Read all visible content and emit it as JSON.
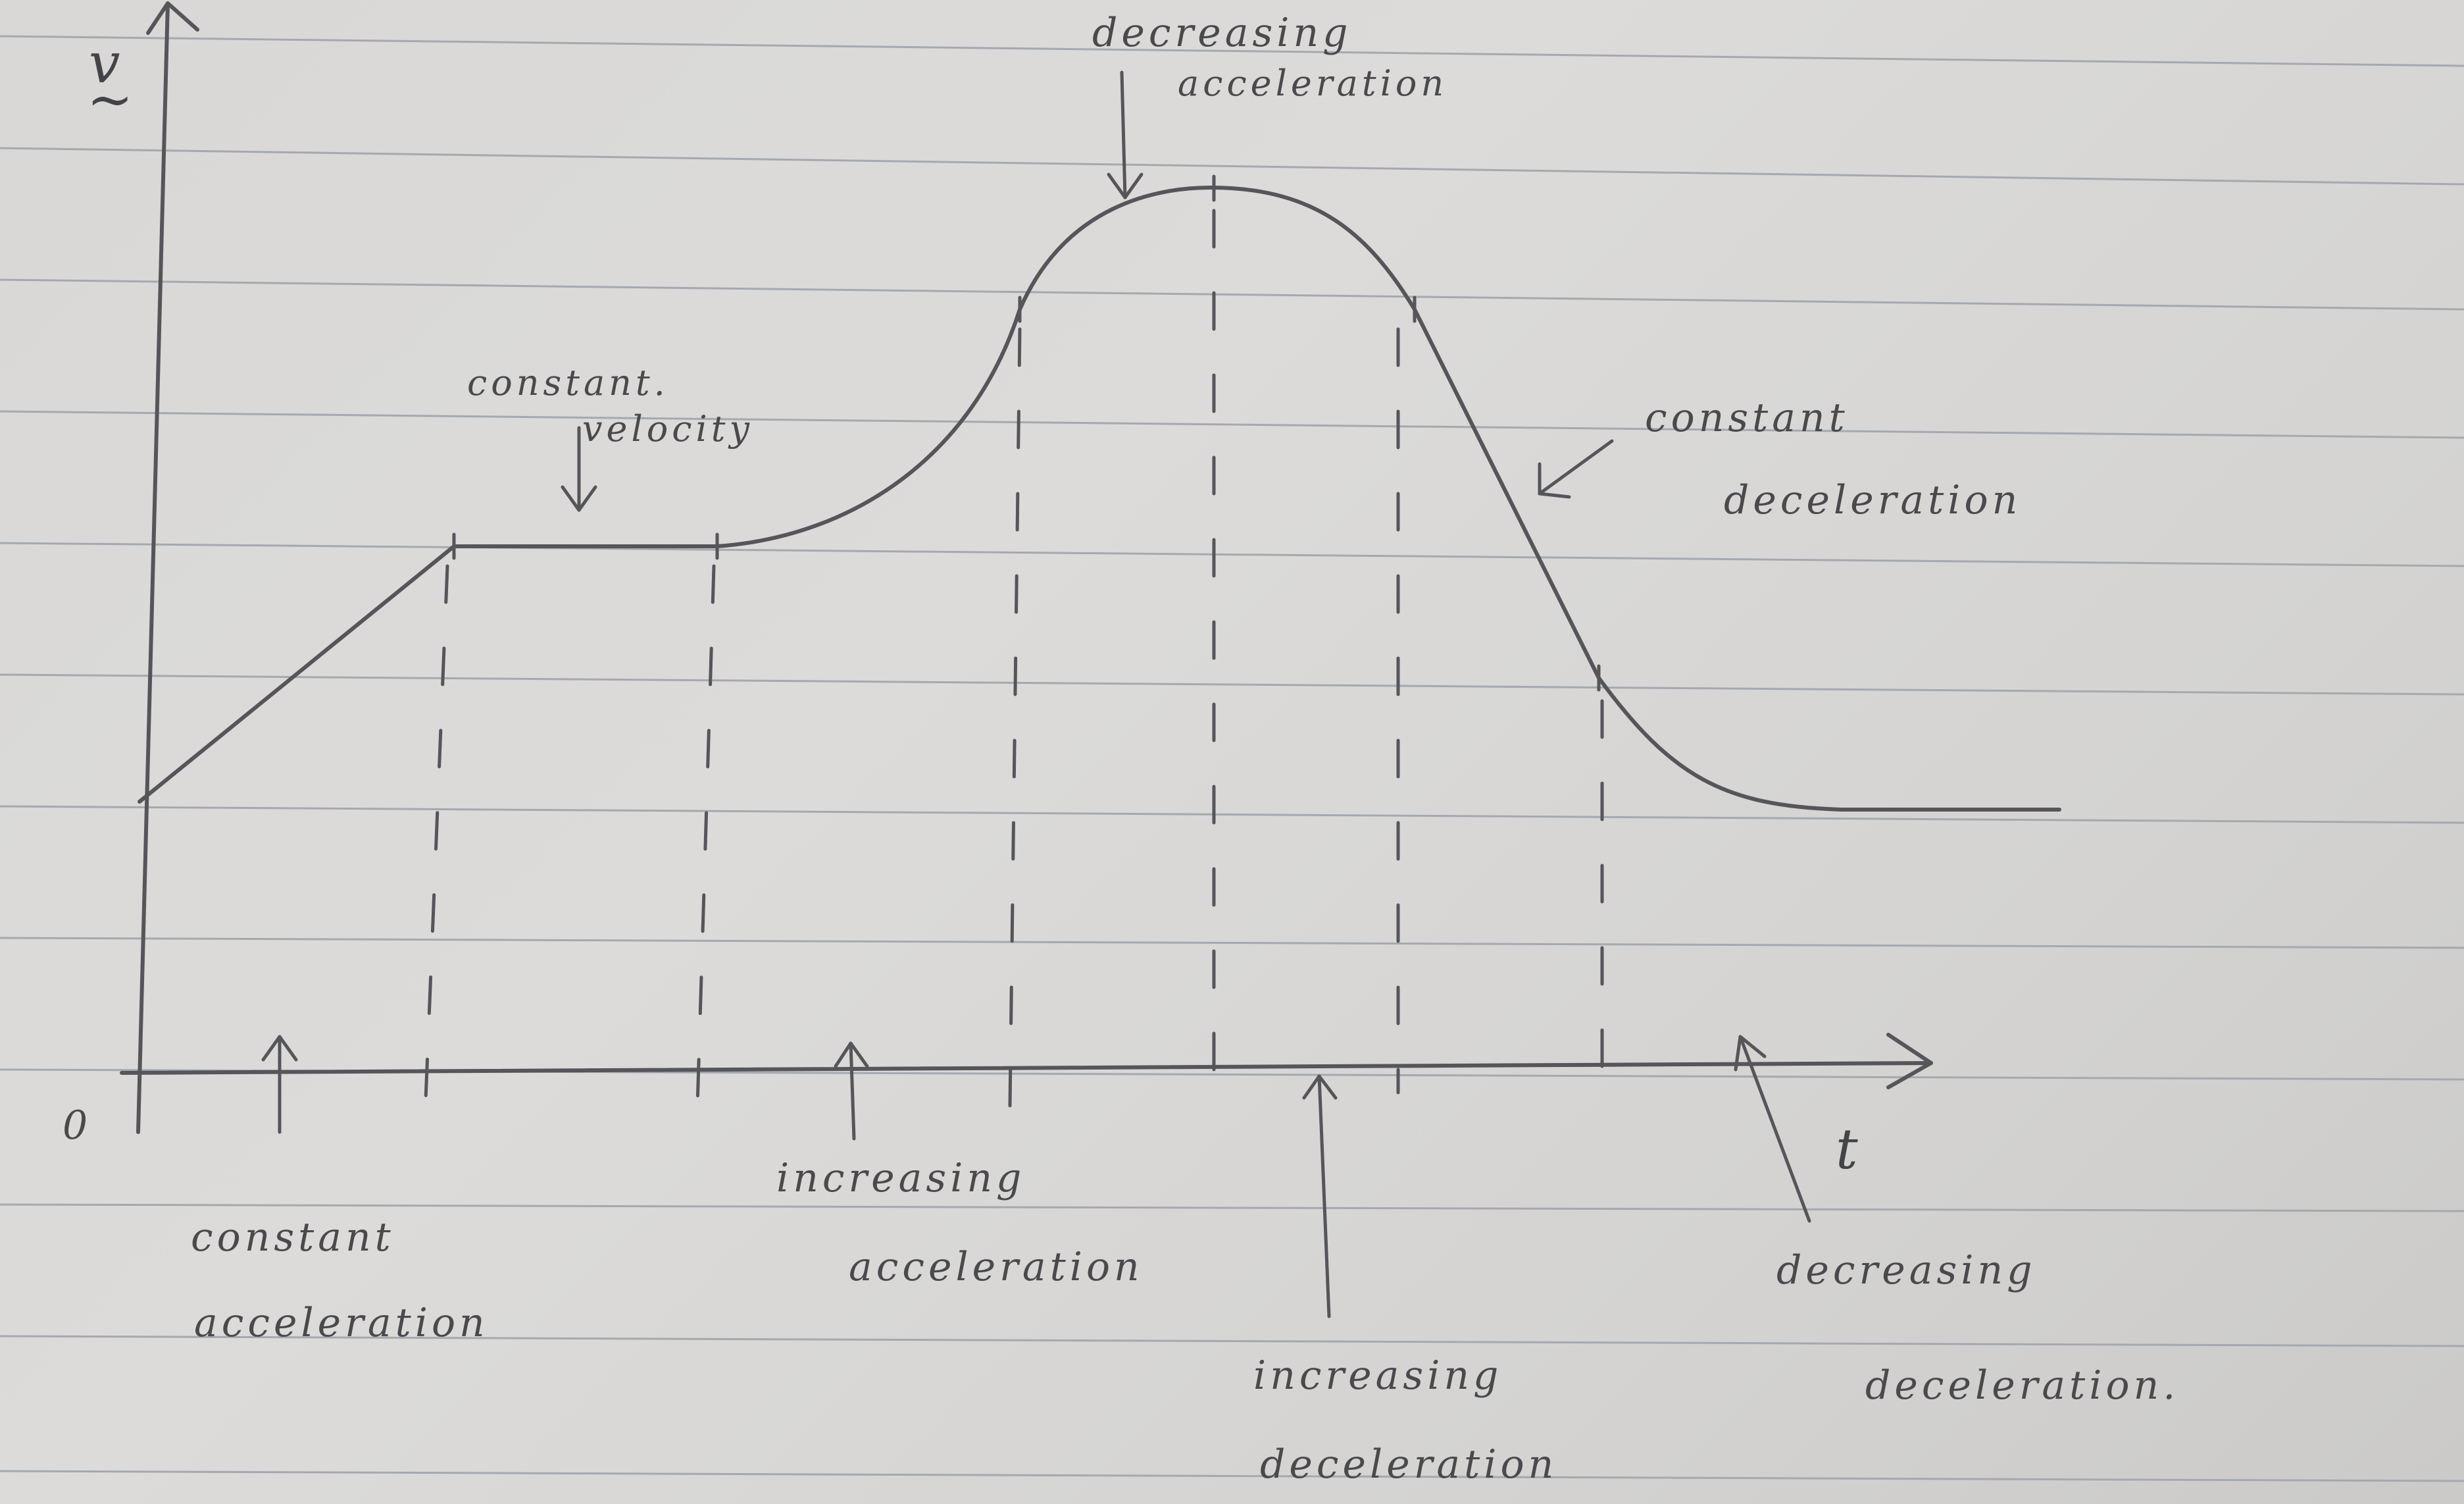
{
  "axes": {
    "y_label": "v",
    "y_label_mark": "~",
    "x_label": "t",
    "origin_label": "0"
  },
  "annotations": {
    "constant_acceleration": [
      "constant",
      "acceleration"
    ],
    "constant_velocity": [
      "constant.",
      "velocity"
    ],
    "increasing_acceleration": [
      "increasing",
      "acceleration"
    ],
    "decreasing_acceleration": [
      "decreasing",
      "acceleration"
    ],
    "increasing_deceleration": [
      "increasing",
      "deceleration"
    ],
    "constant_deceleration": [
      "constant",
      "deceleration"
    ],
    "decreasing_deceleration": [
      "decreasing",
      "deceleration."
    ]
  },
  "colors": {
    "paper": "#d9d8d6",
    "rule": "#a6a8b0",
    "ink": "#55555a"
  }
}
